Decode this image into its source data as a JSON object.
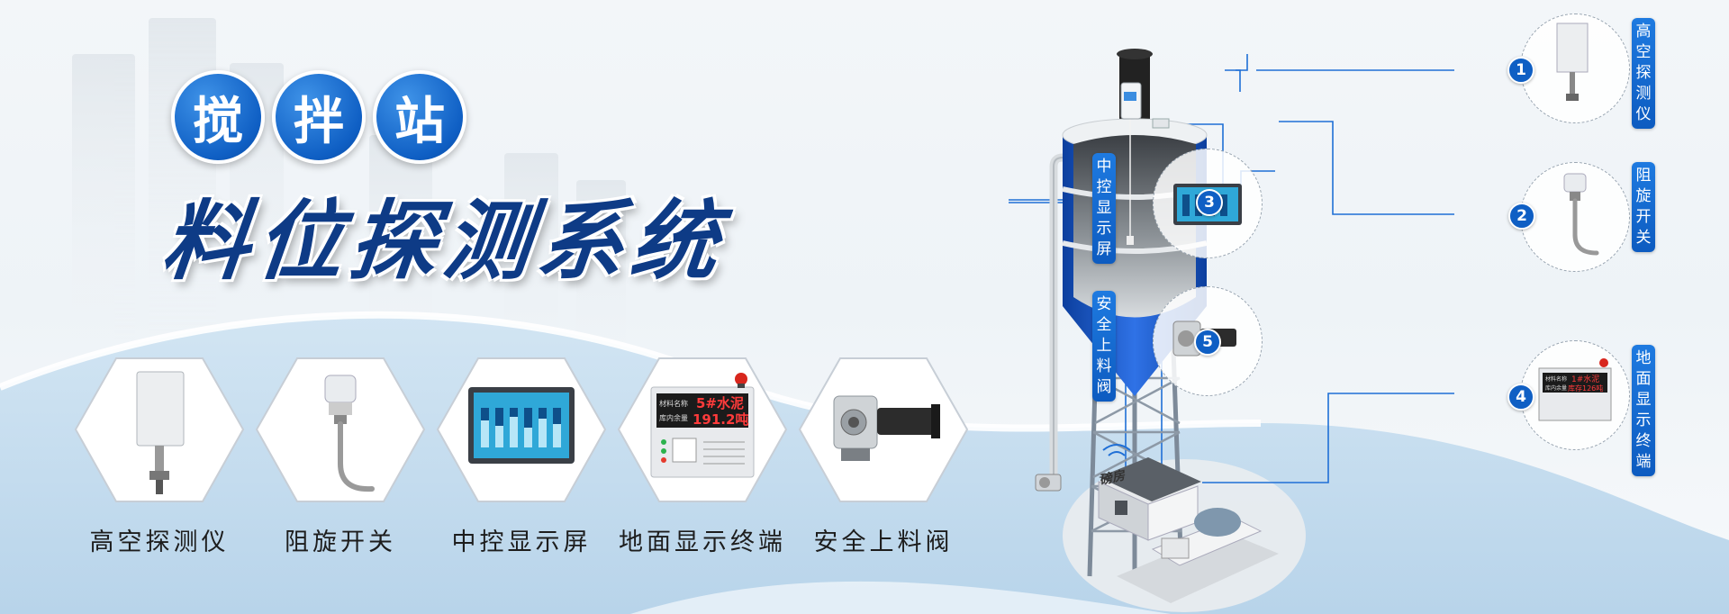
{
  "header": {
    "title_chars": [
      "搅",
      "拌",
      "站"
    ],
    "subtitle": "料位探测系统"
  },
  "products": [
    {
      "label": "高空探测仪",
      "icon": "high-altitude-detector-icon"
    },
    {
      "label": "阻旋开关",
      "icon": "rotary-paddle-switch-icon"
    },
    {
      "label": "中控显示屏",
      "icon": "control-display-screen-icon"
    },
    {
      "label": "地面显示终端",
      "icon": "ground-display-terminal-icon"
    },
    {
      "label": "安全上料阀",
      "icon": "safety-feed-valve-icon"
    }
  ],
  "ground_terminal_display": {
    "line1": "5#水泥",
    "line2": "191.2吨",
    "tag1": "材料名称",
    "tag2": "库内余量"
  },
  "diagram": {
    "callouts": [
      {
        "number": "1",
        "label": "高空探测仪"
      },
      {
        "number": "2",
        "label": "阻旋开关"
      },
      {
        "number": "3",
        "label": "中控显示屏"
      },
      {
        "number": "4",
        "label": "地面显示终端"
      },
      {
        "number": "5",
        "label": "安全上料阀"
      }
    ],
    "terminal_display": {
      "line1": "1#水泥",
      "line2": "库存126吨",
      "tag1": "材料名称",
      "tag2": "库内余量"
    },
    "station_label": "磅房"
  },
  "colors": {
    "brand_blue": "#0f5fc4",
    "dark_navy": "#0e3b86",
    "light_wave": "#c4dcee"
  }
}
